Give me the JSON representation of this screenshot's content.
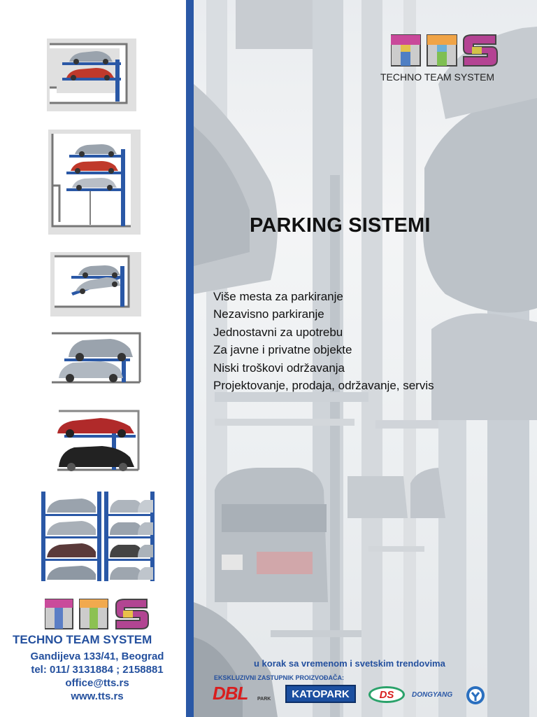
{
  "brand": {
    "name": "TECHNO TEAM SYSTEM",
    "logo_letters": "TTS"
  },
  "headline": "PARKING SISTEMI",
  "features": [
    "Više mesta za parkiranje",
    "Nezavisno parkiranje",
    "Jednostavni za upotrebu",
    "Za javne i privatne objekte",
    "Niski troškovi održavanja",
    "Projektovanje, prodaja, održavanje, servis"
  ],
  "contact": {
    "company": "TECHNO TEAM SYSTEM",
    "address": "Gandijeva 133/41, Beograd",
    "phone": "tel: 011/ 3131884 ; 2158881",
    "email": "office@tts.rs",
    "website": "www.tts.rs"
  },
  "slogan": "u korak sa vremenom i svetskim trendovima",
  "exclusive_label": "EKSKLUZIVNI ZASTUPNIK PROIZVOĐAČA:",
  "partners": {
    "dbl": "DBL",
    "dbl_park": "PARK",
    "katopark": "KATOPARK",
    "ds": "DS",
    "dongyang": "DONGYANG"
  },
  "colors": {
    "accent_blue": "#2a58a6",
    "text_blue": "#24509e",
    "dbl_red": "#d81e1e"
  }
}
